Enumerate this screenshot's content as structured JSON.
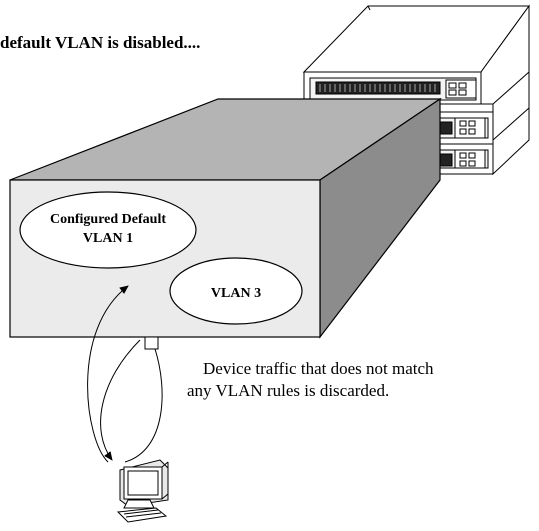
{
  "diagram": {
    "heading": "default VLAN is disabled....",
    "vlan_default": {
      "line1": "Configured Default",
      "line2": "VLAN 1"
    },
    "vlan_3": "VLAN 3",
    "caption": {
      "line1": "Device traffic that does not match",
      "line2": "any VLAN rules is discarded."
    },
    "icons": {
      "switch_stack": "network-switch-stack-icon",
      "workstation": "computer-workstation-icon"
    },
    "colors": {
      "box_front": "#ebebeb",
      "box_side": "#8c8c8c",
      "box_top": "#b4b4b4",
      "ellipse_fill": "#ffffff",
      "line": "#000000"
    }
  }
}
